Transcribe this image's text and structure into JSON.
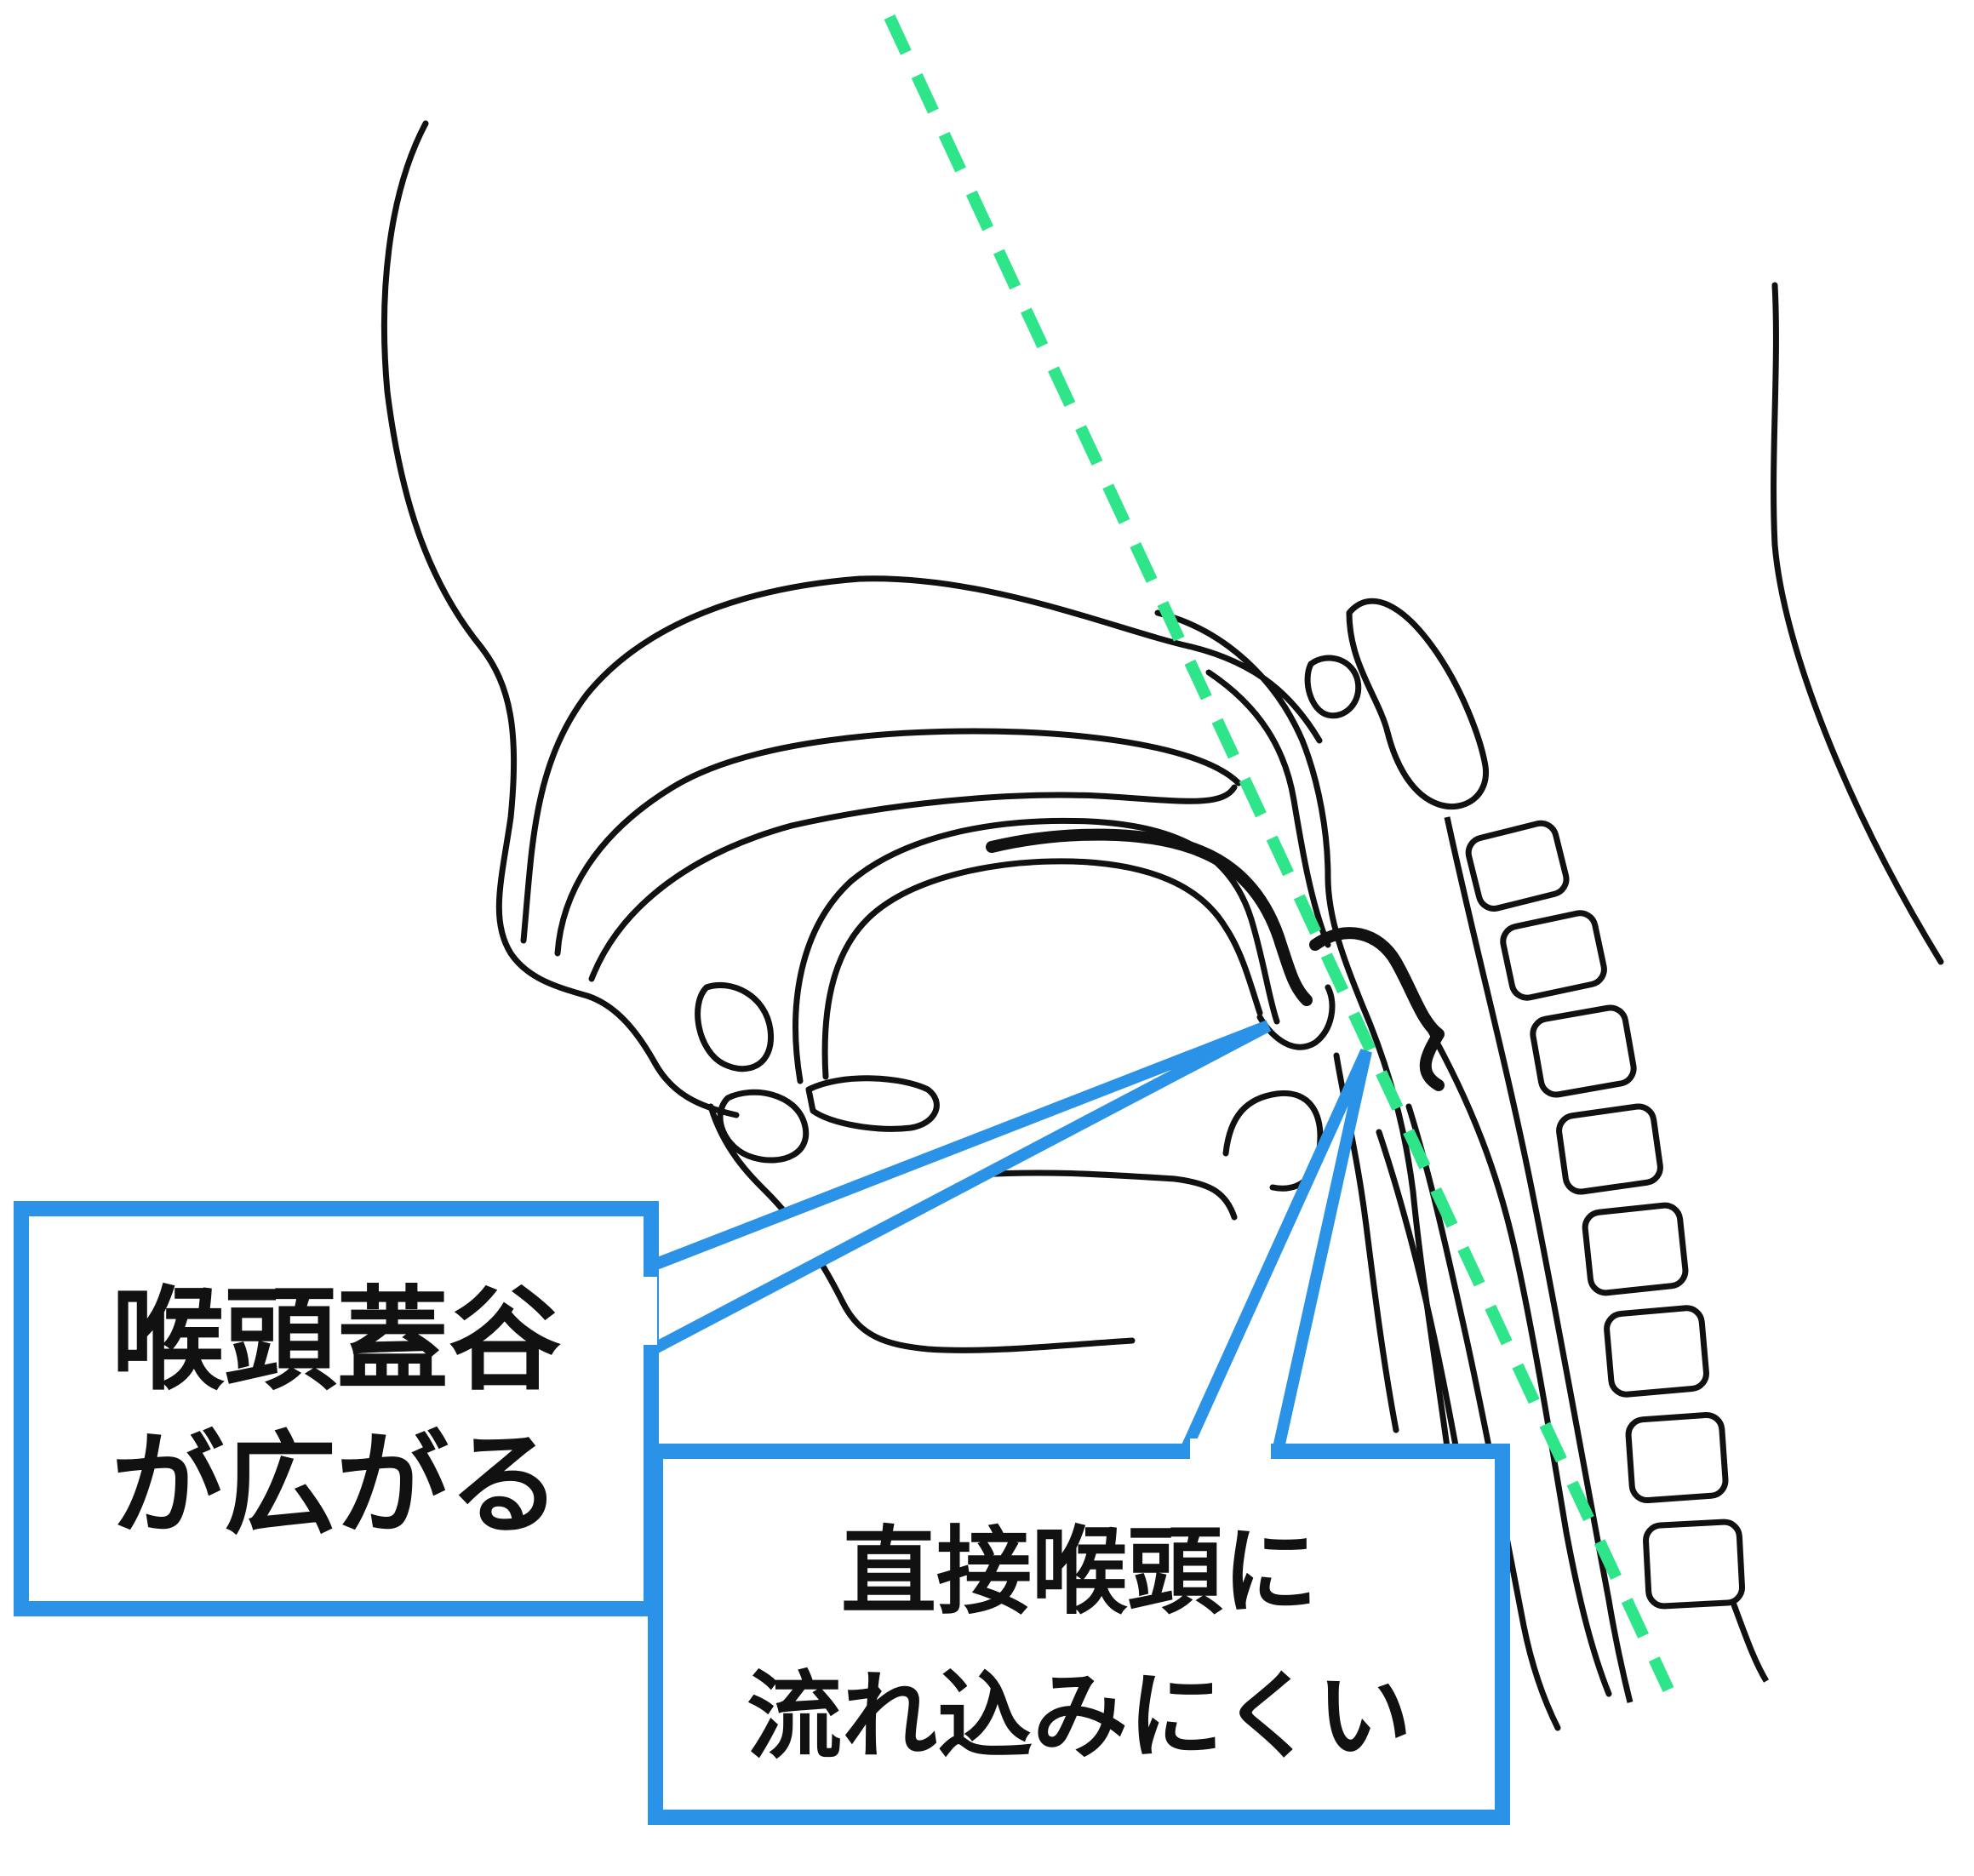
{
  "diagram": {
    "colors": {
      "line": "#111111",
      "guide_line": "#2ee58a",
      "callout_border": "#2a93e8",
      "callout_fill": "#ffffff",
      "text": "#111111"
    },
    "callouts": [
      {
        "id": "vallecula",
        "lines": [
          "喉頭蓋谷",
          "が広がる"
        ]
      },
      {
        "id": "larynx",
        "lines": [
          "直接喉頭に",
          "流れ込みにくい"
        ]
      }
    ]
  }
}
